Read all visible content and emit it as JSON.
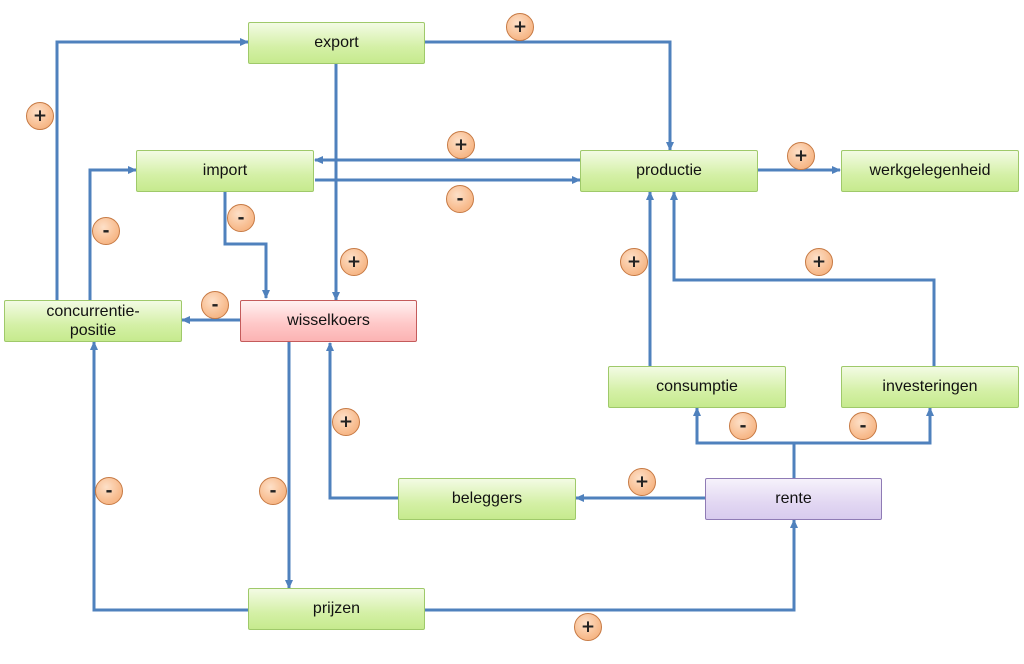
{
  "nodes": {
    "export": "export",
    "import": "import",
    "productie": "productie",
    "werkgelegenheid": "werkgelegenheid",
    "concurrentiepositie_line1": "concurrentie-",
    "concurrentiepositie_line2": "positie",
    "wisselkoers": "wisselkoers",
    "consumptie": "consumptie",
    "investeringen": "investeringen",
    "beleggers": "beleggers",
    "rente": "rente",
    "prijzen": "prijzen"
  },
  "signs": {
    "export_to_productie": "+",
    "concurrentiepositie_to_export": "+",
    "productie_to_import": "+",
    "import_to_productie": "-",
    "productie_to_werkgelegenheid": "+",
    "import_to_wisselkoers": "-",
    "wisselkoers_to_concurrentiepositie_a": "-",
    "wisselkoers_to_concurrentiepositie_b": "-",
    "export_to_wisselkoers": "+",
    "consumptie_to_productie": "+",
    "investeringen_to_productie": "+",
    "beleggers_to_wisselkoers": "+",
    "rente_to_beleggers": "+",
    "rente_to_consumptie": "-",
    "rente_to_investeringen": "-",
    "prijzen_to_concurrentiepositie": "-",
    "wisselkoers_to_prijzen": "-",
    "prijzen_to_rente": "+"
  },
  "colors": {
    "arrow": "#4f81bd",
    "node_green": "#d4f0a6",
    "node_red": "#ffc9c9",
    "node_purple": "#e2d7f2",
    "sign_circle": "#f8bd90"
  }
}
